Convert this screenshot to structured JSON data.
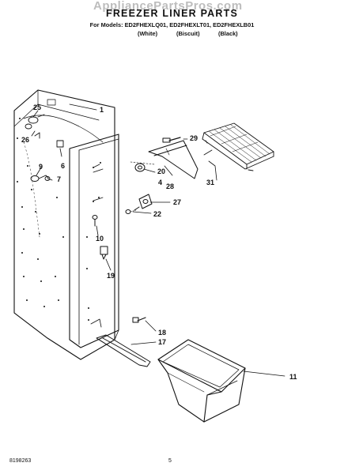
{
  "watermark": "AppliancePartsPros.com",
  "title": "FREEZER LINER PARTS",
  "models_line": "For Models: ED2FHEXLQ01, ED2FHEXLT01, ED2FHEXLB01",
  "variants": [
    "(White)",
    "(Biscuit)",
    "(Black)"
  ],
  "callouts": [
    "1",
    "25",
    "26",
    "6",
    "9",
    "7",
    "29",
    "20",
    "4",
    "28",
    "31",
    "27",
    "22",
    "10",
    "19",
    "18",
    "17",
    "11"
  ],
  "footer": {
    "part_number": "8198263",
    "page_number": "5"
  }
}
